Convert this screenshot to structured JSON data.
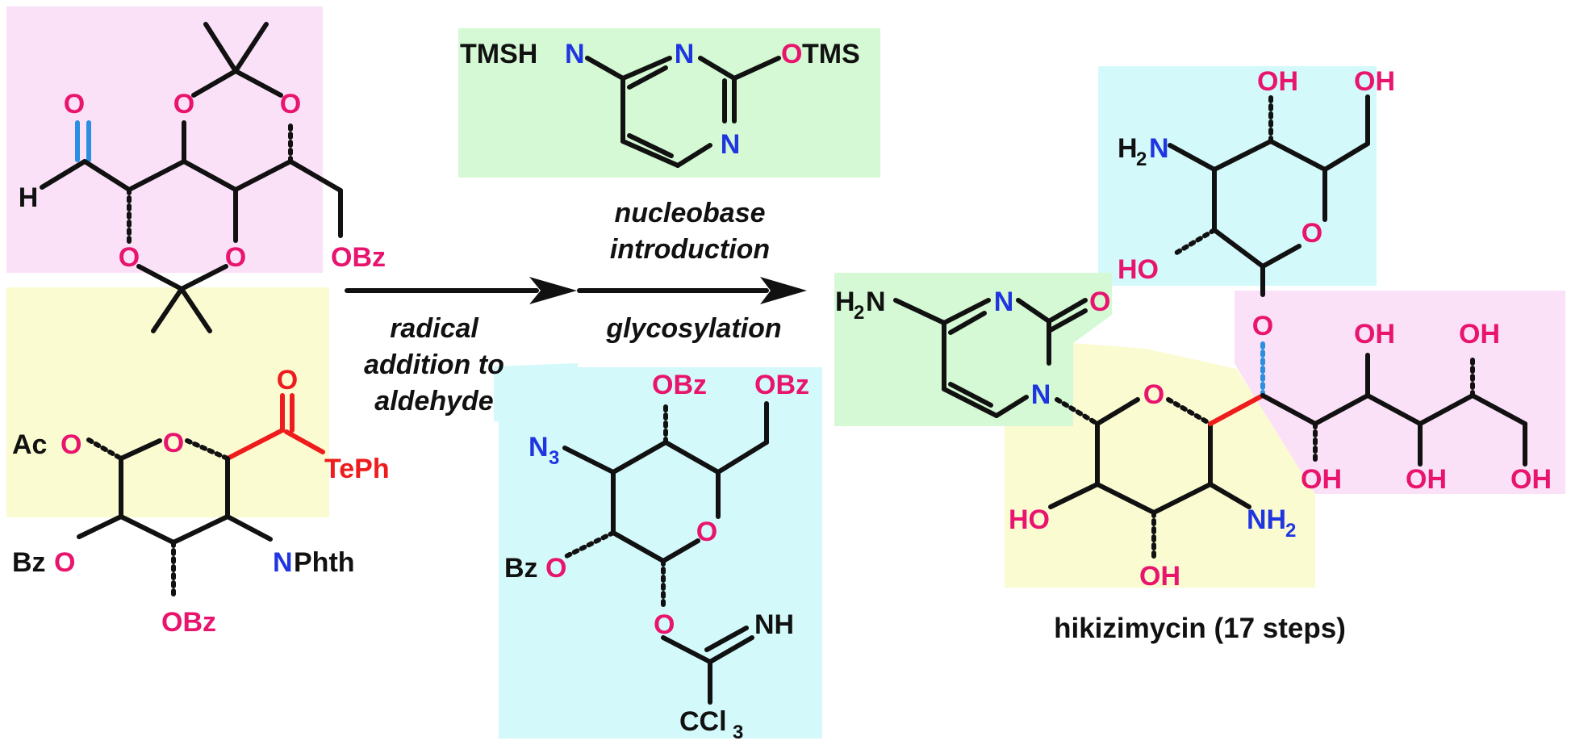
{
  "colors": {
    "panel_pink": "#fae1f8",
    "panel_yellow": "#fbfbd2",
    "panel_green": "#d4f9d4",
    "panel_cyan": "#d3f9fb",
    "oxygen": "#e8146e",
    "nitrogen": "#1f35e0",
    "highlight_bond_red": "#ee1c1c",
    "highlight_bond_blue": "#2a8fe0",
    "bond": "#111111"
  },
  "steps": {
    "first_label": [
      "radical",
      "addition to",
      "aldehyde"
    ],
    "second_label_top": [
      "nucleobase",
      "introduction"
    ],
    "second_label_bottom": "glycosylation"
  },
  "product": {
    "name": "hikizimycin (17 steps)"
  },
  "atoms": {
    "O": "O",
    "H": "H",
    "OBz": "OBz",
    "Bz": "Bz",
    "OH": "OH",
    "HO": "HO",
    "Ac": "Ac",
    "N": "N",
    "NPhth_N": "N",
    "Phth": "Phth",
    "TePh": "TePh",
    "TMS": "TMS",
    "TMSH": "TMSH",
    "NH": "NH",
    "NH2_N": "NH",
    "H2N_H": "H",
    "H2N_N": "N",
    "N3_N": "N",
    "sub2": "2",
    "sub3": "3",
    "CCl": "CCl"
  }
}
